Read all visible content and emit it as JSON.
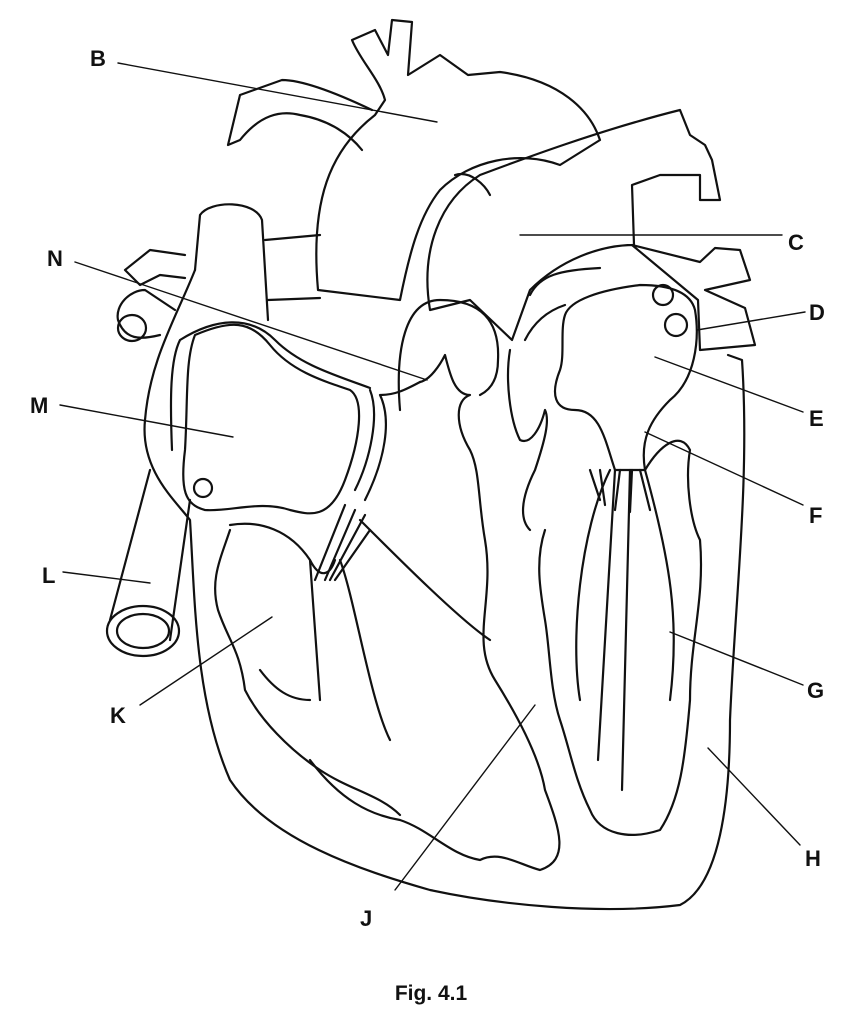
{
  "figure": {
    "caption": "Fig. 4.1",
    "labels": {
      "B": "B",
      "C": "C",
      "D": "D",
      "E": "E",
      "F": "F",
      "G": "G",
      "H": "H",
      "J": "J",
      "K": "K",
      "L": "L",
      "M": "M",
      "N": "N"
    }
  }
}
